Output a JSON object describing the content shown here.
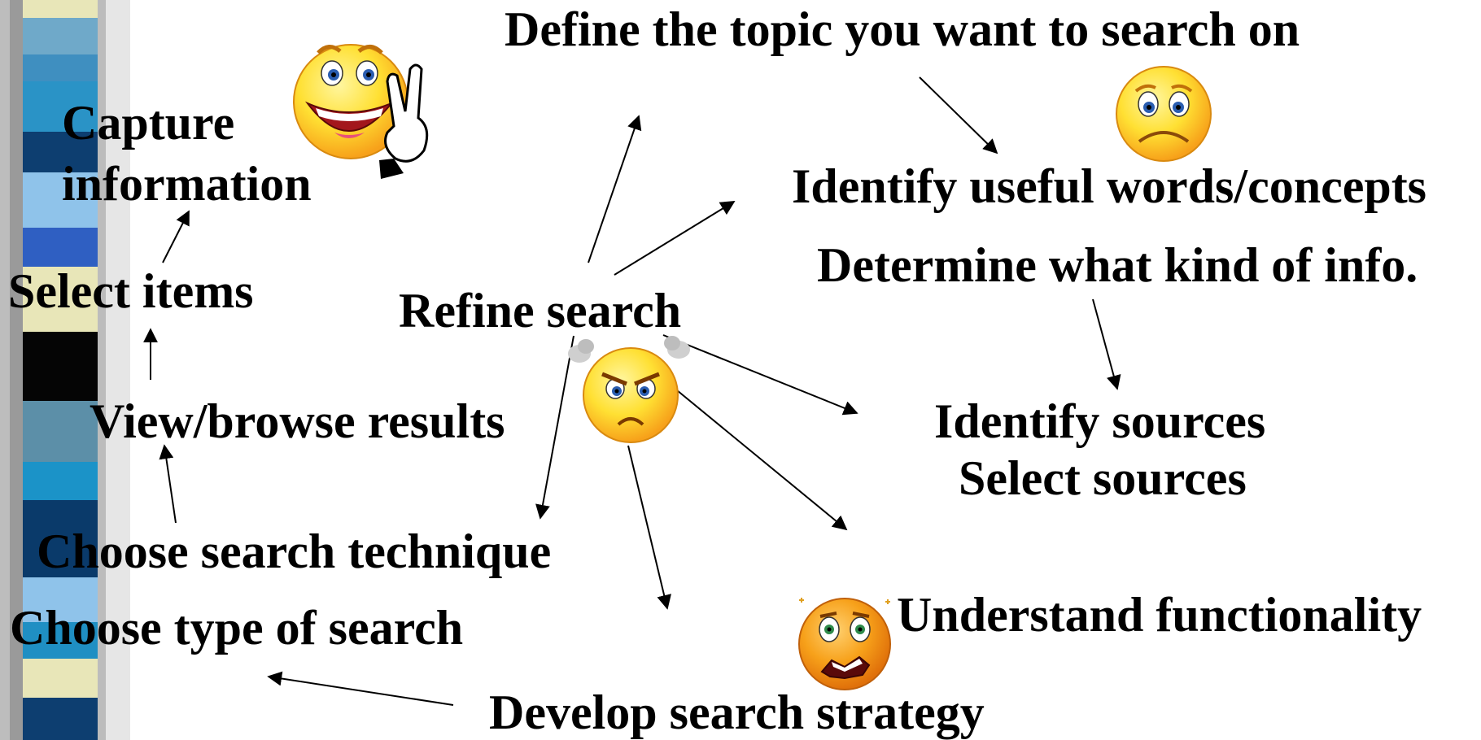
{
  "steps": {
    "define_topic": "Define the topic you want to search on",
    "identify_words": "Identify useful words/concepts",
    "determine_info": "Determine what kind of info.",
    "identify_sources": "Identify sources",
    "select_sources": "Select sources",
    "understand_functionality": "Understand functionality",
    "develop_strategy": "Develop search strategy",
    "choose_type": "Choose type of search",
    "choose_technique": "Choose search technique",
    "view_results": "View/browse results",
    "select_items": "Select items",
    "capture_line1": "Capture",
    "capture_line2": "information",
    "refine_search": "Refine search"
  },
  "icons": {
    "happy": "happy-smiley-icon",
    "worried": "worried-smiley-icon",
    "angry": "angry-smiley-icon",
    "scared": "scared-smiley-icon"
  },
  "colors": {
    "smiley_yellow": "#FFE033",
    "smiley_orange": "#F7A11A",
    "stripe_blue": "#3F8FC0",
    "stripe_navy": "#0A3A6A",
    "stripe_cream": "#E8E6B8"
  }
}
